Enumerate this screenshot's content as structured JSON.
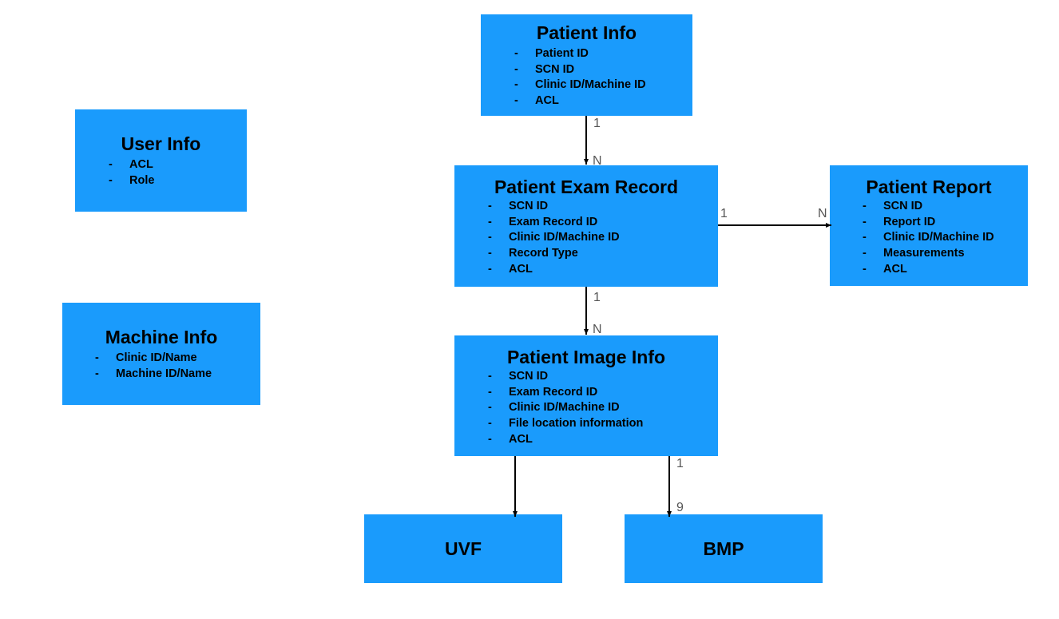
{
  "entities": {
    "patient_info": {
      "title": "Patient Info",
      "fields": [
        "Patient ID",
        "SCN ID",
        "Clinic ID/Machine ID",
        "ACL"
      ]
    },
    "user_info": {
      "title": "User Info",
      "fields": [
        "ACL",
        "Role"
      ]
    },
    "machine_info": {
      "title": "Machine Info",
      "fields": [
        "Clinic ID/Name",
        "Machine ID/Name"
      ]
    },
    "patient_exam_record": {
      "title": "Patient Exam Record",
      "fields": [
        "SCN ID",
        "Exam Record ID",
        "Clinic ID/Machine ID",
        "Record Type",
        "ACL"
      ]
    },
    "patient_report": {
      "title": "Patient Report",
      "fields": [
        "SCN ID",
        "Report ID",
        "Clinic ID/Machine ID",
        "Measurements",
        "ACL"
      ]
    },
    "patient_image_info": {
      "title": "Patient Image Info",
      "fields": [
        "SCN ID",
        "Exam Record ID",
        "Clinic ID/Machine ID",
        "File location information",
        "ACL"
      ]
    },
    "uvf": {
      "title": "UVF"
    },
    "bmp": {
      "title": "BMP"
    }
  },
  "relationships": {
    "info_to_exam": {
      "from_card": "1",
      "to_card": "N"
    },
    "exam_to_report": {
      "from_card": "1",
      "to_card": "N"
    },
    "exam_to_image": {
      "from_card": "1",
      "to_card": "N"
    },
    "image_to_bmp": {
      "from_card": "1",
      "to_card": "9"
    }
  },
  "colors": {
    "box_fill": "#1a9bfc",
    "connector": "#000000",
    "cardinality_text": "#555555"
  }
}
